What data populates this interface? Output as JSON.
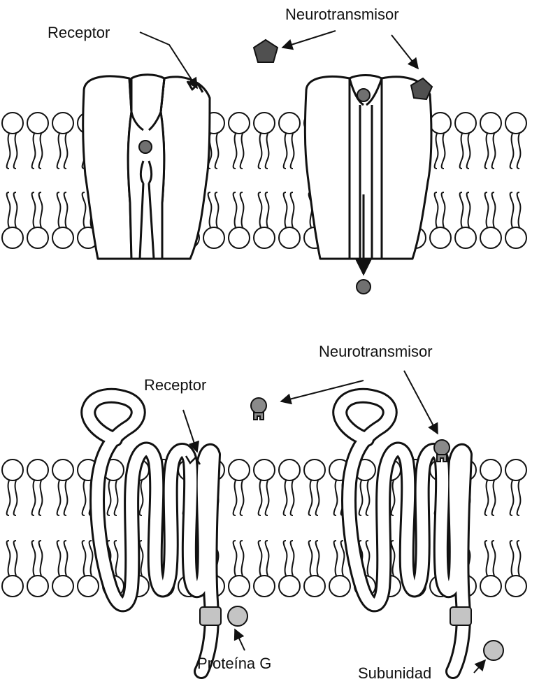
{
  "labels": {
    "top": {
      "receptor": "Receptor",
      "neurotransmitter": "Neurotransmisor"
    },
    "bottom": {
      "receptor": "Receptor",
      "neurotransmitter": "Neurotransmisor",
      "g_protein": "Proteína G",
      "subunit": "Subunidad"
    }
  },
  "colors": {
    "background": "#ffffff",
    "outline": "#111111",
    "ion": "#707070",
    "neurotransmitter_top": "#505050",
    "neurotransmitter_bottom": "#8a8a8a",
    "g_protein": "#c4c4c4"
  },
  "icons": {
    "ion": "circle",
    "neurotransmitter_top": "pentagon",
    "neurotransmitter_bottom": "lollipop",
    "g_protein": "rounded-square-and-circle"
  }
}
